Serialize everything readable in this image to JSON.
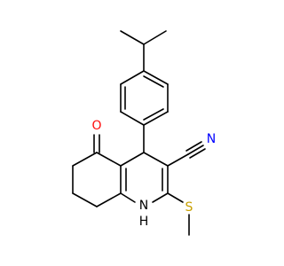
{
  "molecule": {
    "atoms": {
      "oxygen": {
        "symbol": "O",
        "color": "#ff0d0d"
      },
      "nitrogen_nitrile": {
        "symbol": "N",
        "color": "#0000ff"
      },
      "nitrogen_ring": {
        "symbol": "N",
        "color": "#000000"
      },
      "nitrogen_h": {
        "symbol": "H",
        "color": "#000000"
      },
      "sulfur": {
        "symbol": "S",
        "color": "#c8a000"
      }
    },
    "bond_color": "#000000",
    "background": "#ffffff"
  }
}
